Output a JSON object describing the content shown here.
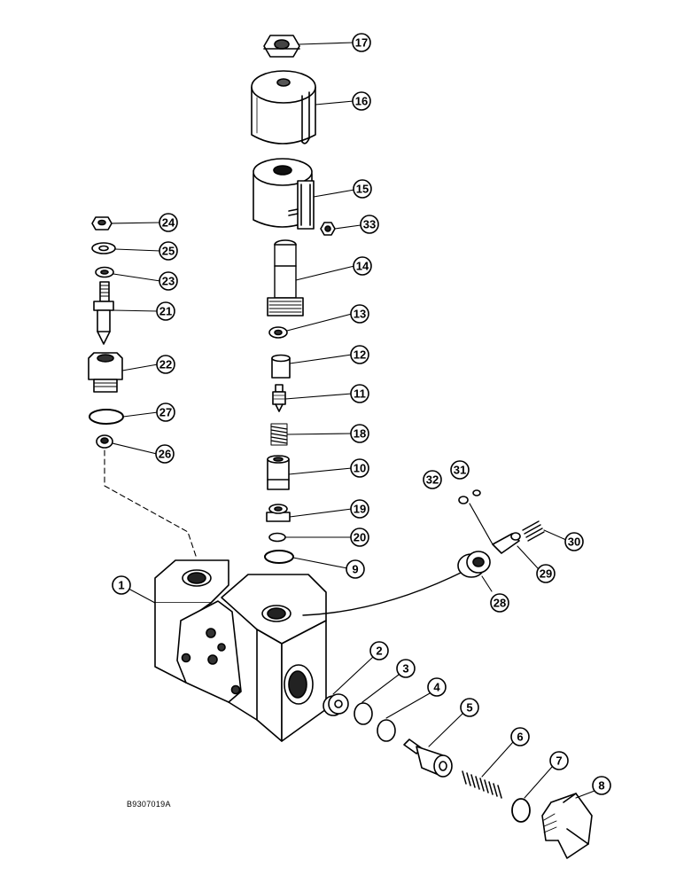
{
  "figure_code": "B9307019A",
  "callouts": [
    {
      "id": "callout-17",
      "label": "17"
    },
    {
      "id": "callout-16",
      "label": "16"
    },
    {
      "id": "callout-15",
      "label": "15"
    },
    {
      "id": "callout-33",
      "label": "33"
    },
    {
      "id": "callout-14",
      "label": "14"
    },
    {
      "id": "callout-13",
      "label": "13"
    },
    {
      "id": "callout-12",
      "label": "12"
    },
    {
      "id": "callout-11",
      "label": "11"
    },
    {
      "id": "callout-18",
      "label": "18"
    },
    {
      "id": "callout-10",
      "label": "10"
    },
    {
      "id": "callout-19",
      "label": "19"
    },
    {
      "id": "callout-20",
      "label": "20"
    },
    {
      "id": "callout-9",
      "label": "9"
    },
    {
      "id": "callout-24",
      "label": "24"
    },
    {
      "id": "callout-25",
      "label": "25"
    },
    {
      "id": "callout-23",
      "label": "23"
    },
    {
      "id": "callout-21",
      "label": "21"
    },
    {
      "id": "callout-22",
      "label": "22"
    },
    {
      "id": "callout-27",
      "label": "27"
    },
    {
      "id": "callout-26",
      "label": "26"
    },
    {
      "id": "callout-31",
      "label": "31"
    },
    {
      "id": "callout-32",
      "label": "32"
    },
    {
      "id": "callout-30",
      "label": "30"
    },
    {
      "id": "callout-29",
      "label": "29"
    },
    {
      "id": "callout-28",
      "label": "28"
    },
    {
      "id": "callout-1",
      "label": "1"
    },
    {
      "id": "callout-2",
      "label": "2"
    },
    {
      "id": "callout-3",
      "label": "3"
    },
    {
      "id": "callout-4",
      "label": "4"
    },
    {
      "id": "callout-5",
      "label": "5"
    },
    {
      "id": "callout-6",
      "label": "6"
    },
    {
      "id": "callout-7",
      "label": "7"
    },
    {
      "id": "callout-8",
      "label": "8"
    }
  ]
}
